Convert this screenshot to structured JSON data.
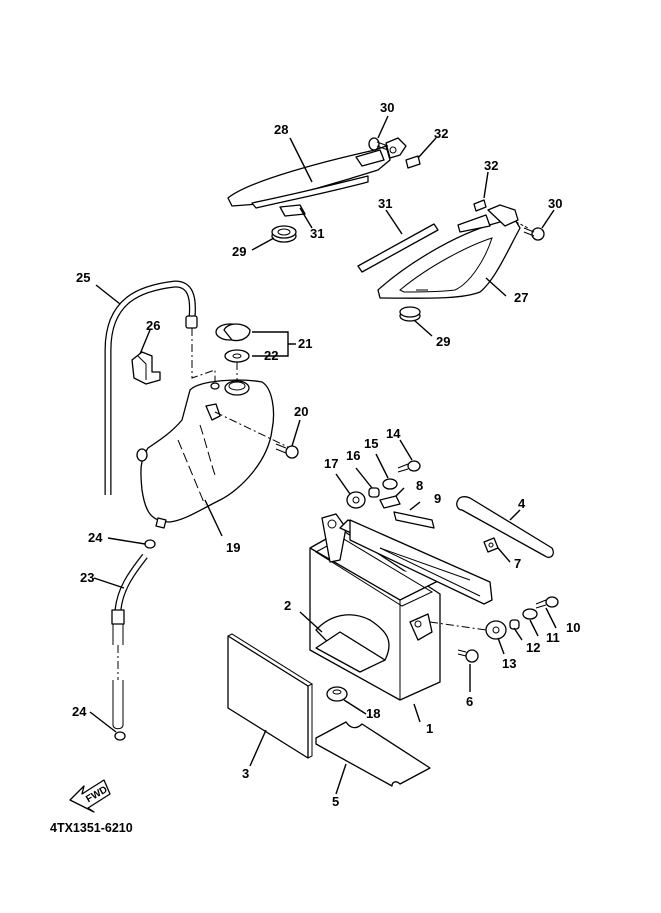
{
  "diagram": {
    "type": "exploded-parts-diagram",
    "reference_code": "4TX1351-6210",
    "direction_marker": "FWD",
    "callouts": [
      {
        "id": "1",
        "label": "1"
      },
      {
        "id": "2",
        "label": "2"
      },
      {
        "id": "3",
        "label": "3"
      },
      {
        "id": "4",
        "label": "4"
      },
      {
        "id": "5",
        "label": "5"
      },
      {
        "id": "6",
        "label": "6"
      },
      {
        "id": "7",
        "label": "7"
      },
      {
        "id": "8",
        "label": "8"
      },
      {
        "id": "9",
        "label": "9"
      },
      {
        "id": "10",
        "label": "10"
      },
      {
        "id": "11",
        "label": "11"
      },
      {
        "id": "12",
        "label": "12"
      },
      {
        "id": "13",
        "label": "13"
      },
      {
        "id": "14",
        "label": "14"
      },
      {
        "id": "15",
        "label": "15"
      },
      {
        "id": "16",
        "label": "16"
      },
      {
        "id": "17",
        "label": "17"
      },
      {
        "id": "18",
        "label": "18"
      },
      {
        "id": "19",
        "label": "19"
      },
      {
        "id": "20",
        "label": "20"
      },
      {
        "id": "21",
        "label": "21"
      },
      {
        "id": "22",
        "label": "22"
      },
      {
        "id": "23",
        "label": "23"
      },
      {
        "id": "24a",
        "label": "24"
      },
      {
        "id": "24b",
        "label": "24"
      },
      {
        "id": "25",
        "label": "25"
      },
      {
        "id": "26",
        "label": "26"
      },
      {
        "id": "27",
        "label": "27"
      },
      {
        "id": "28",
        "label": "28"
      },
      {
        "id": "29a",
        "label": "29"
      },
      {
        "id": "29b",
        "label": "29"
      },
      {
        "id": "30a",
        "label": "30"
      },
      {
        "id": "30b",
        "label": "30"
      },
      {
        "id": "31a",
        "label": "31"
      },
      {
        "id": "31b",
        "label": "31"
      },
      {
        "id": "32a",
        "label": "32"
      },
      {
        "id": "32b",
        "label": "32"
      }
    ]
  }
}
